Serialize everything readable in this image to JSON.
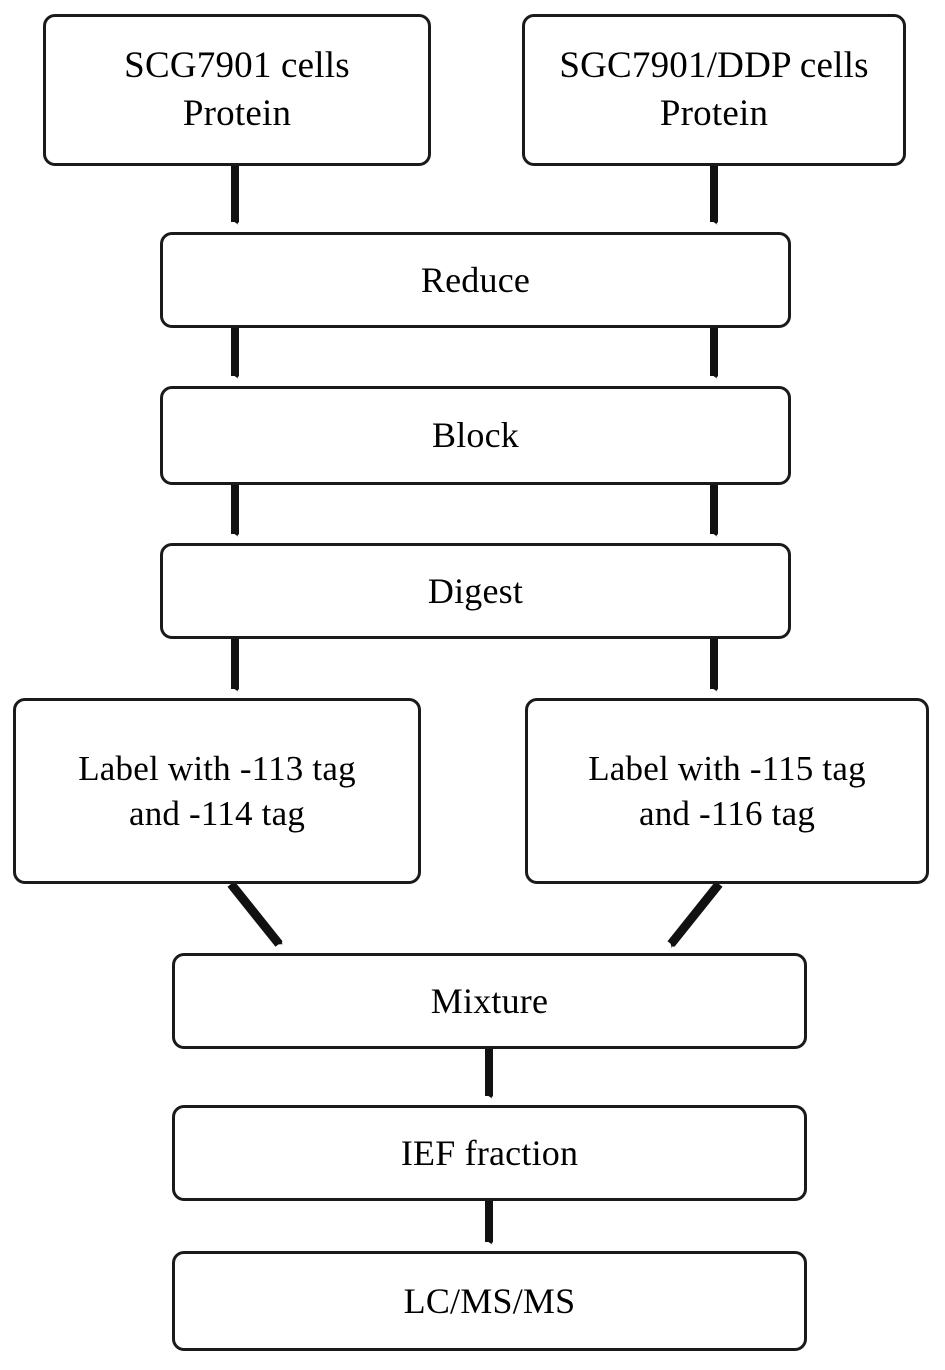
{
  "figure": {
    "type": "flowchart",
    "orientation": "top-to-bottom",
    "title_visible": false,
    "background_color": "#ffffff",
    "stroke_color": "#1a1a1a",
    "text_color": "#000000"
  },
  "nodes": {
    "source_left": {
      "id": "source-left",
      "line1": "SCG7901 cells",
      "line2": "Protein"
    },
    "source_right": {
      "id": "source-right",
      "line1": "SGC7901/DDP cells",
      "line2": "Protein"
    },
    "reduce": {
      "id": "reduce",
      "label": "Reduce"
    },
    "block": {
      "id": "block",
      "label": "Block"
    },
    "digest": {
      "id": "digest",
      "label": "Digest"
    },
    "label_left": {
      "id": "label-left",
      "line1": "Label with -113 tag",
      "line2": "and -114 tag"
    },
    "label_right": {
      "id": "label-right",
      "line1": "Label with -115 tag",
      "line2": "and -116 tag"
    },
    "mixture": {
      "id": "mixture",
      "label": "Mixture"
    },
    "ief": {
      "id": "ief",
      "label": "IEF fraction"
    },
    "lcmsms": {
      "id": "lcmsms",
      "label": "LC/MS/MS"
    }
  },
  "edges": [
    {
      "from": "source_left",
      "to": "reduce",
      "style": "vertical-arrow"
    },
    {
      "from": "source_right",
      "to": "reduce",
      "style": "vertical-arrow"
    },
    {
      "from": "reduce",
      "to": "block",
      "style": "vertical-arrow",
      "lane": "left"
    },
    {
      "from": "reduce",
      "to": "block",
      "style": "vertical-arrow",
      "lane": "right"
    },
    {
      "from": "block",
      "to": "digest",
      "style": "vertical-arrow",
      "lane": "left"
    },
    {
      "from": "block",
      "to": "digest",
      "style": "vertical-arrow",
      "lane": "right"
    },
    {
      "from": "digest",
      "to": "label_left",
      "style": "vertical-arrow"
    },
    {
      "from": "digest",
      "to": "label_right",
      "style": "vertical-arrow"
    },
    {
      "from": "label_left",
      "to": "mixture",
      "style": "diagonal-arrow"
    },
    {
      "from": "label_right",
      "to": "mixture",
      "style": "diagonal-arrow"
    },
    {
      "from": "mixture",
      "to": "ief",
      "style": "vertical-arrow"
    },
    {
      "from": "ief",
      "to": "lcmsms",
      "style": "vertical-arrow"
    }
  ]
}
